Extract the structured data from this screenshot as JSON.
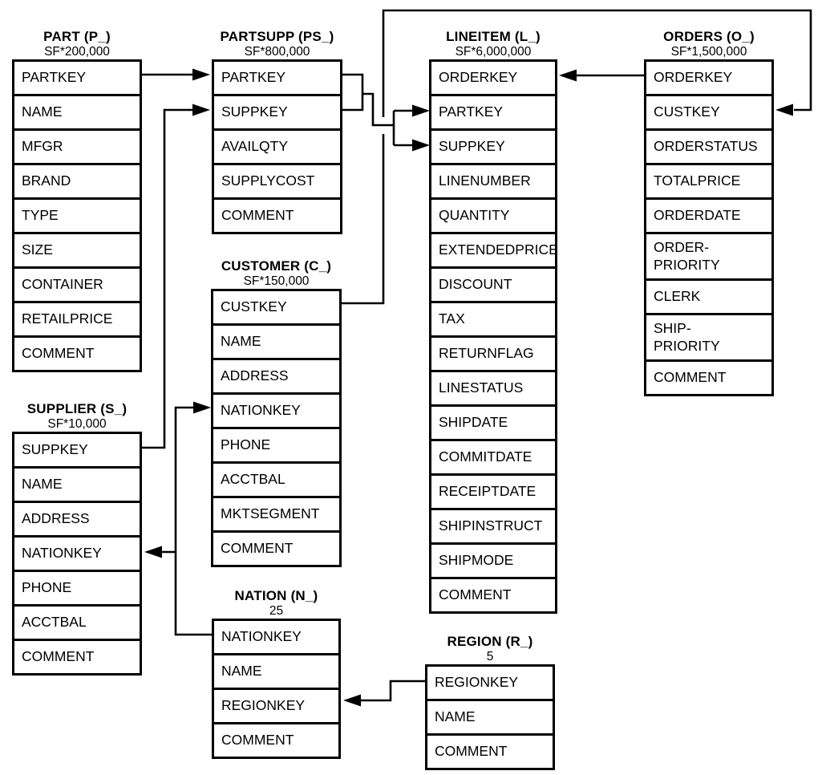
{
  "tables": [
    {
      "name": "PART",
      "title": "PART (P_)",
      "cardinality": "SF*200,000",
      "columns": [
        "PARTKEY",
        "NAME",
        "MFGR",
        "BRAND",
        "TYPE",
        "SIZE",
        "CONTAINER",
        "RETAILPRICE",
        "COMMENT"
      ]
    },
    {
      "name": "PARTSUPP",
      "title": "PARTSUPP (PS_)",
      "cardinality": "SF*800,000",
      "columns": [
        "PARTKEY",
        "SUPPKEY",
        "AVAILQTY",
        "SUPPLYCOST",
        "COMMENT"
      ]
    },
    {
      "name": "LINEITEM",
      "title": "LINEITEM (L_)",
      "cardinality": "SF*6,000,000",
      "columns": [
        "ORDERKEY",
        "PARTKEY",
        "SUPPKEY",
        "LINENUMBER",
        "QUANTITY",
        "EXTENDEDPRICE",
        "DISCOUNT",
        "TAX",
        "RETURNFLAG",
        "LINESTATUS",
        "SHIPDATE",
        "COMMITDATE",
        "RECEIPTDATE",
        "SHIPINSTRUCT",
        "SHIPMODE",
        "COMMENT"
      ]
    },
    {
      "name": "ORDERS",
      "title": "ORDERS (O_)",
      "cardinality": "SF*1,500,000",
      "columns": [
        "ORDERKEY",
        "CUSTKEY",
        "ORDERSTATUS",
        "TOTALPRICE",
        "ORDERDATE",
        "ORDER-\nPRIORITY",
        "CLERK",
        "SHIP-\nPRIORITY",
        "COMMENT"
      ]
    },
    {
      "name": "CUSTOMER",
      "title": "CUSTOMER (C_)",
      "cardinality": "SF*150,000",
      "columns": [
        "CUSTKEY",
        "NAME",
        "ADDRESS",
        "NATIONKEY",
        "PHONE",
        "ACCTBAL",
        "MKTSEGMENT",
        "COMMENT"
      ]
    },
    {
      "name": "SUPPLIER",
      "title": "SUPPLIER (S_)",
      "cardinality": "SF*10,000",
      "columns": [
        "SUPPKEY",
        "NAME",
        "ADDRESS",
        "NATIONKEY",
        "PHONE",
        "ACCTBAL",
        "COMMENT"
      ]
    },
    {
      "name": "NATION",
      "title": "NATION (N_)",
      "cardinality": "25",
      "columns": [
        "NATIONKEY",
        "NAME",
        "REGIONKEY",
        "COMMENT"
      ]
    },
    {
      "name": "REGION",
      "title": "REGION (R_)",
      "cardinality": "5",
      "columns": [
        "REGIONKEY",
        "NAME",
        "COMMENT"
      ]
    }
  ],
  "relations": [
    {
      "from": "PART.PARTKEY",
      "to": "PARTSUPP.PARTKEY"
    },
    {
      "from": "SUPPLIER.SUPPKEY",
      "to": "PARTSUPP.SUPPKEY"
    },
    {
      "from": "PARTSUPP.PARTKEY",
      "to": "LINEITEM.PARTKEY"
    },
    {
      "from": "PARTSUPP.SUPPKEY",
      "to": "LINEITEM.SUPPKEY"
    },
    {
      "from": "ORDERS.ORDERKEY",
      "to": "LINEITEM.ORDERKEY"
    },
    {
      "from": "CUSTOMER.CUSTKEY",
      "to": "ORDERS.CUSTKEY"
    },
    {
      "from": "NATION.NATIONKEY",
      "to": "CUSTOMER.NATIONKEY"
    },
    {
      "from": "NATION.NATIONKEY",
      "to": "SUPPLIER.NATIONKEY"
    },
    {
      "from": "REGION.REGIONKEY",
      "to": "NATION.REGIONKEY"
    }
  ],
  "colors": {
    "line": "#000000",
    "background": "#ffffff"
  }
}
